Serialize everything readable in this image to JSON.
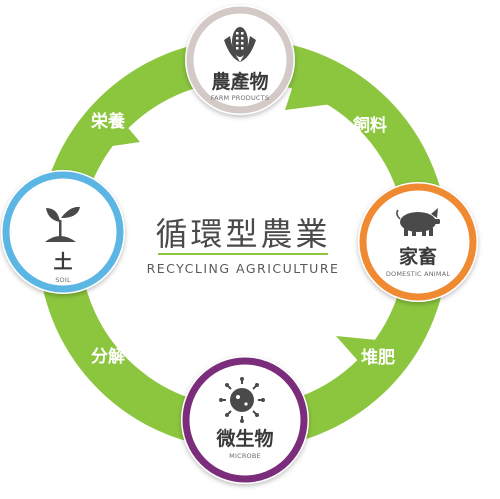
{
  "center": {
    "title": "循環型農業",
    "subtitle": "RECYCLING AGRICULTURE"
  },
  "nodes": {
    "farm": {
      "label": "農產物",
      "sublabel": "FARM PRODUCTS",
      "icon": "corn-icon",
      "ring_color": "#d3c9c6"
    },
    "domestic": {
      "label": "家畜",
      "sublabel": "DOMESTIC ANIMAL",
      "icon": "pig-icon",
      "ring_color": "#f08a32"
    },
    "microbe": {
      "label": "微生物",
      "sublabel": "MICROBE",
      "icon": "microbe-icon",
      "ring_color": "#7b2c7a"
    },
    "soil": {
      "label": "土",
      "sublabel": "SOIL",
      "icon": "sprout-icon",
      "ring_color": "#5cb6e4"
    }
  },
  "arrows": {
    "feed": "飼料",
    "compost": "堆肥",
    "decompose": "分解",
    "nutrition": "栄養"
  },
  "colors": {
    "cycle_green": "#8cc63e",
    "divider_green": "#8cc63e",
    "icon_dark": "#4a4a4a"
  }
}
